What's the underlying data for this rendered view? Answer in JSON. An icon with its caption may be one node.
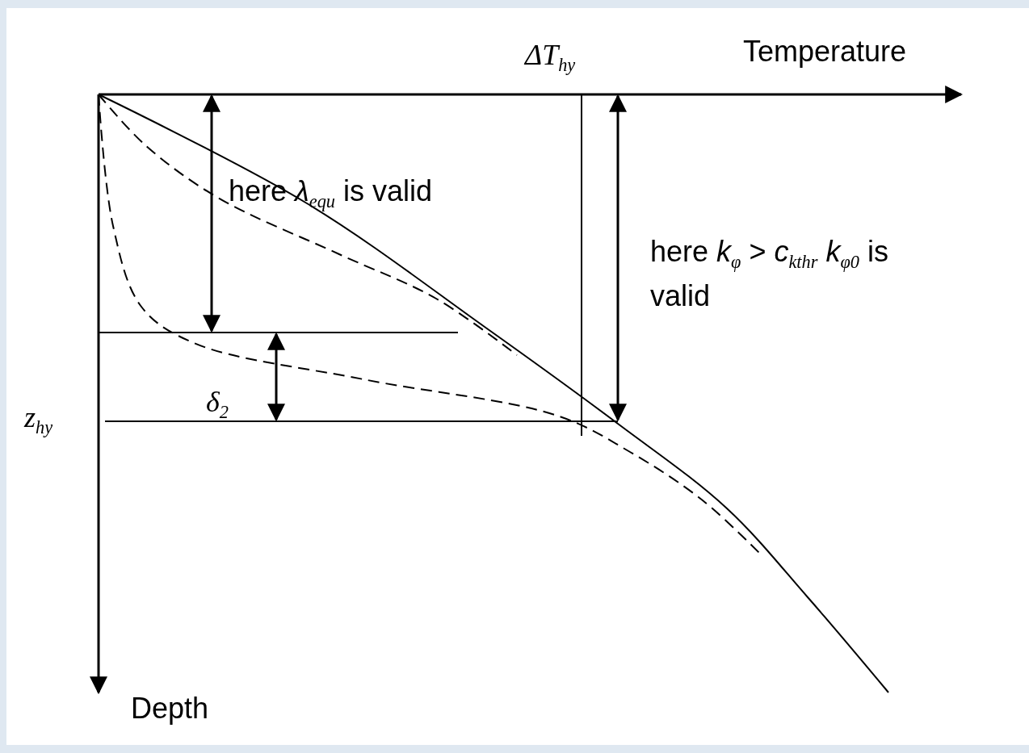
{
  "diagram": {
    "labels": [
      "ΔT$_{hy}$",
      "Temperature",
      "here *λ*$_{equ}$ is valid",
      "here *k*$_{φ}$ > *c*$_{kthr}$ *k*$_{φ0}$ is valid",
      "z$_{hy}$",
      "δ$_{2}$",
      "Depth"
    ]
  }
}
